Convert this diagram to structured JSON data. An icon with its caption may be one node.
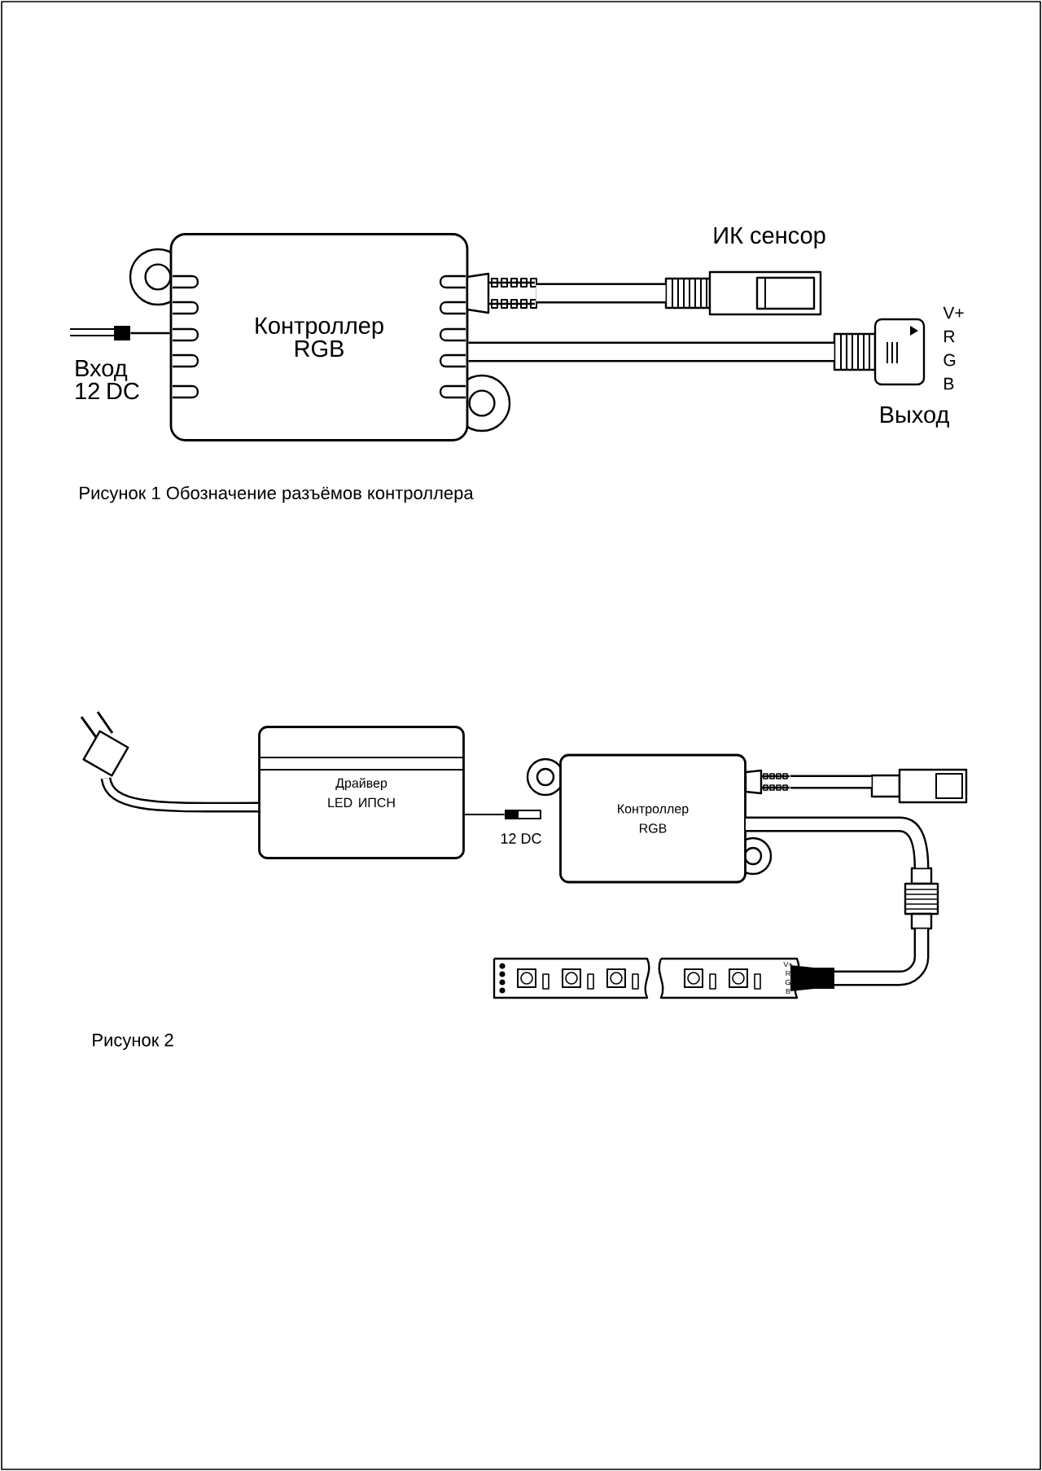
{
  "diagram": {
    "nodes": [
      {
        "text": [
          "Контроллер RGB"
        ]
      },
      {
        "text": [
          "ИК сенсор"
        ]
      },
      {
        "text": [
          "Выход"
        ]
      },
      {
        "text": [
          "Вход 12 DC"
        ]
      },
      {
        "text": [],
        "shape": "picture"
      },
      {
        "text": [
          "Драйвер LED ИПСН"
        ]
      },
      {
        "text": [
          "12 DC"
        ]
      },
      {
        "text": [
          "Контроллер RGB"
        ]
      },
      {
        "text": [],
        "shape": "picture"
      },
      {
        "text": [],
        "shape": "picture"
      },
      {
        "text": [],
        "shape": "bar"
      },
      {
        "text": [],
        "shape": "bar"
      }
    ],
    "edges": [
      {
        "from": 0,
        "to": 1,
        "arrow": "none"
      },
      {
        "from": 0,
        "to": 2,
        "arrow": "none"
      },
      {
        "from": 3,
        "to": 0,
        "arrow": "none"
      },
      {
        "from": 4,
        "to": 5,
        "arrow": "none"
      },
      {
        "from": 5,
        "to": 6,
        "arrow": "none"
      },
      {
        "from": 7,
        "to": 8,
        "arrow": "none"
      },
      {
        "from": 7,
        "to": 9,
        "arrow": "none"
      },
      {
        "from": 9,
        "to": 11,
        "arrow": "none"
      }
    ],
    "labels": [
      "V+",
      "R",
      "G",
      "B",
      "Рисунок 1  Обозначение разъёмов контроллера",
      "V+",
      "R",
      "G",
      "B",
      "Рисунок 2"
    ]
  }
}
